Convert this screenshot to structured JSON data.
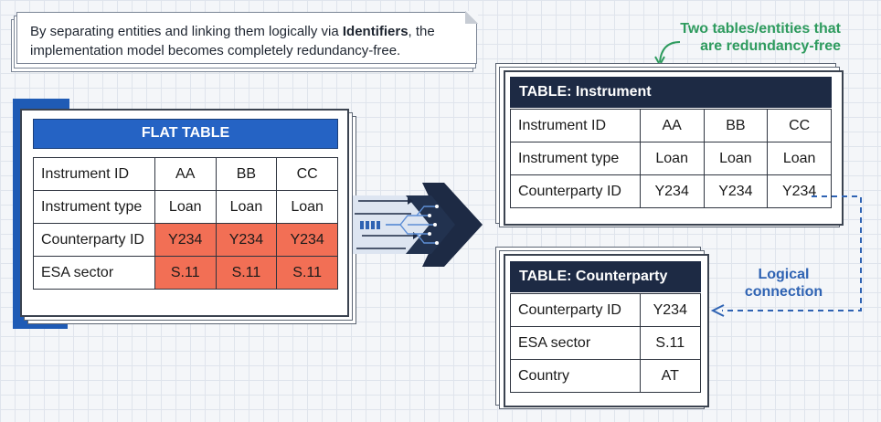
{
  "caption": {
    "text_before": "By separating entities and linking them logically via ",
    "highlight": "Identifiers",
    "text_after": ", the implementation model becomes completely redundancy-free."
  },
  "annotations": {
    "top_right_line1": "Two tables/entities that",
    "top_right_line2": "are redundancy-free",
    "logical_line1": "Logical",
    "logical_line2": "connection"
  },
  "flat_table": {
    "title": "FLAT TABLE",
    "rows": [
      {
        "label": "Instrument ID",
        "values": [
          "AA",
          "BB",
          "CC"
        ],
        "highlight": false
      },
      {
        "label": "Instrument type",
        "values": [
          "Loan",
          "Loan",
          "Loan"
        ],
        "highlight": false
      },
      {
        "label": "Counterparty ID",
        "values": [
          "Y234",
          "Y234",
          "Y234"
        ],
        "highlight": true
      },
      {
        "label": "ESA sector",
        "values": [
          "S.11",
          "S.11",
          "S.11"
        ],
        "highlight": true
      }
    ]
  },
  "instrument_table": {
    "title": "TABLE: Instrument",
    "rows": [
      {
        "label": "Instrument ID",
        "values": [
          "AA",
          "BB",
          "CC"
        ]
      },
      {
        "label": "Instrument type",
        "values": [
          "Loan",
          "Loan",
          "Loan"
        ]
      },
      {
        "label": "Counterparty ID",
        "values": [
          "Y234",
          "Y234",
          "Y234"
        ]
      }
    ]
  },
  "counterparty_table": {
    "title": "TABLE: Counterparty",
    "rows": [
      {
        "label": "Counterparty ID",
        "values": [
          "Y234"
        ]
      },
      {
        "label": "ESA sector",
        "values": [
          "S.11"
        ]
      },
      {
        "label": "Country",
        "values": [
          "AT"
        ]
      }
    ]
  },
  "colors": {
    "flat_header": "#2563c4",
    "dark_header": "#1d2a44",
    "redundant_cell": "#f26f55",
    "annotation_green": "#2e9b5e",
    "annotation_blue": "#2f63b3"
  }
}
